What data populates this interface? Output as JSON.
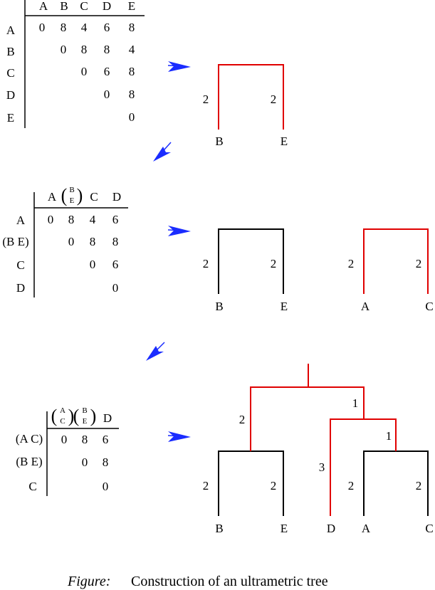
{
  "colors": {
    "highlight": "#e00000",
    "arrow": "#1a2cff",
    "line": "#000000"
  },
  "matrix1": {
    "cols": [
      "A",
      "B",
      "C",
      "D",
      "E"
    ],
    "rows": [
      "A",
      "B",
      "C",
      "D",
      "E"
    ],
    "values": [
      [
        "0",
        "8",
        "4",
        "6",
        "8"
      ],
      [
        "0",
        "8",
        "8",
        "4"
      ],
      [
        "0",
        "6",
        "8"
      ],
      [
        "0",
        "8"
      ],
      [
        "0"
      ]
    ]
  },
  "matrix2": {
    "cols": [
      "A",
      "",
      "C",
      "D"
    ],
    "group_cols": [
      {
        "top": "B",
        "bottom": "E"
      }
    ],
    "rows": [
      "A",
      "(B E)",
      "C",
      "D"
    ],
    "values": [
      [
        "0",
        "8",
        "4",
        "6"
      ],
      [
        "0",
        "8",
        "8"
      ],
      [
        "0",
        "6"
      ],
      [
        "0"
      ]
    ]
  },
  "matrix3": {
    "group_cols": [
      {
        "top": "A",
        "bottom": "C"
      },
      {
        "top": "B",
        "bottom": "E"
      }
    ],
    "cols": [
      "D"
    ],
    "rows": [
      "(A C)",
      "(B E)",
      "C"
    ],
    "values": [
      [
        "0",
        "8",
        "6"
      ],
      [
        "0",
        "8"
      ],
      [
        "0"
      ]
    ]
  },
  "tree1": {
    "leaves": [
      "B",
      "E"
    ],
    "heights": [
      "2",
      "2"
    ]
  },
  "tree2": {
    "left": {
      "leaves": [
        "B",
        "E"
      ],
      "heights": [
        "2",
        "2"
      ]
    },
    "right": {
      "leaves": [
        "A",
        "C"
      ],
      "heights": [
        "2",
        "2"
      ]
    }
  },
  "tree3": {
    "leaves": [
      "B",
      "E",
      "D",
      "A",
      "C"
    ],
    "heights": [
      "2",
      "2",
      "3",
      "2",
      "2",
      "2",
      "1",
      "1"
    ]
  },
  "caption": {
    "label": "Figure:",
    "text": "Construction of an ultrametric tree"
  }
}
